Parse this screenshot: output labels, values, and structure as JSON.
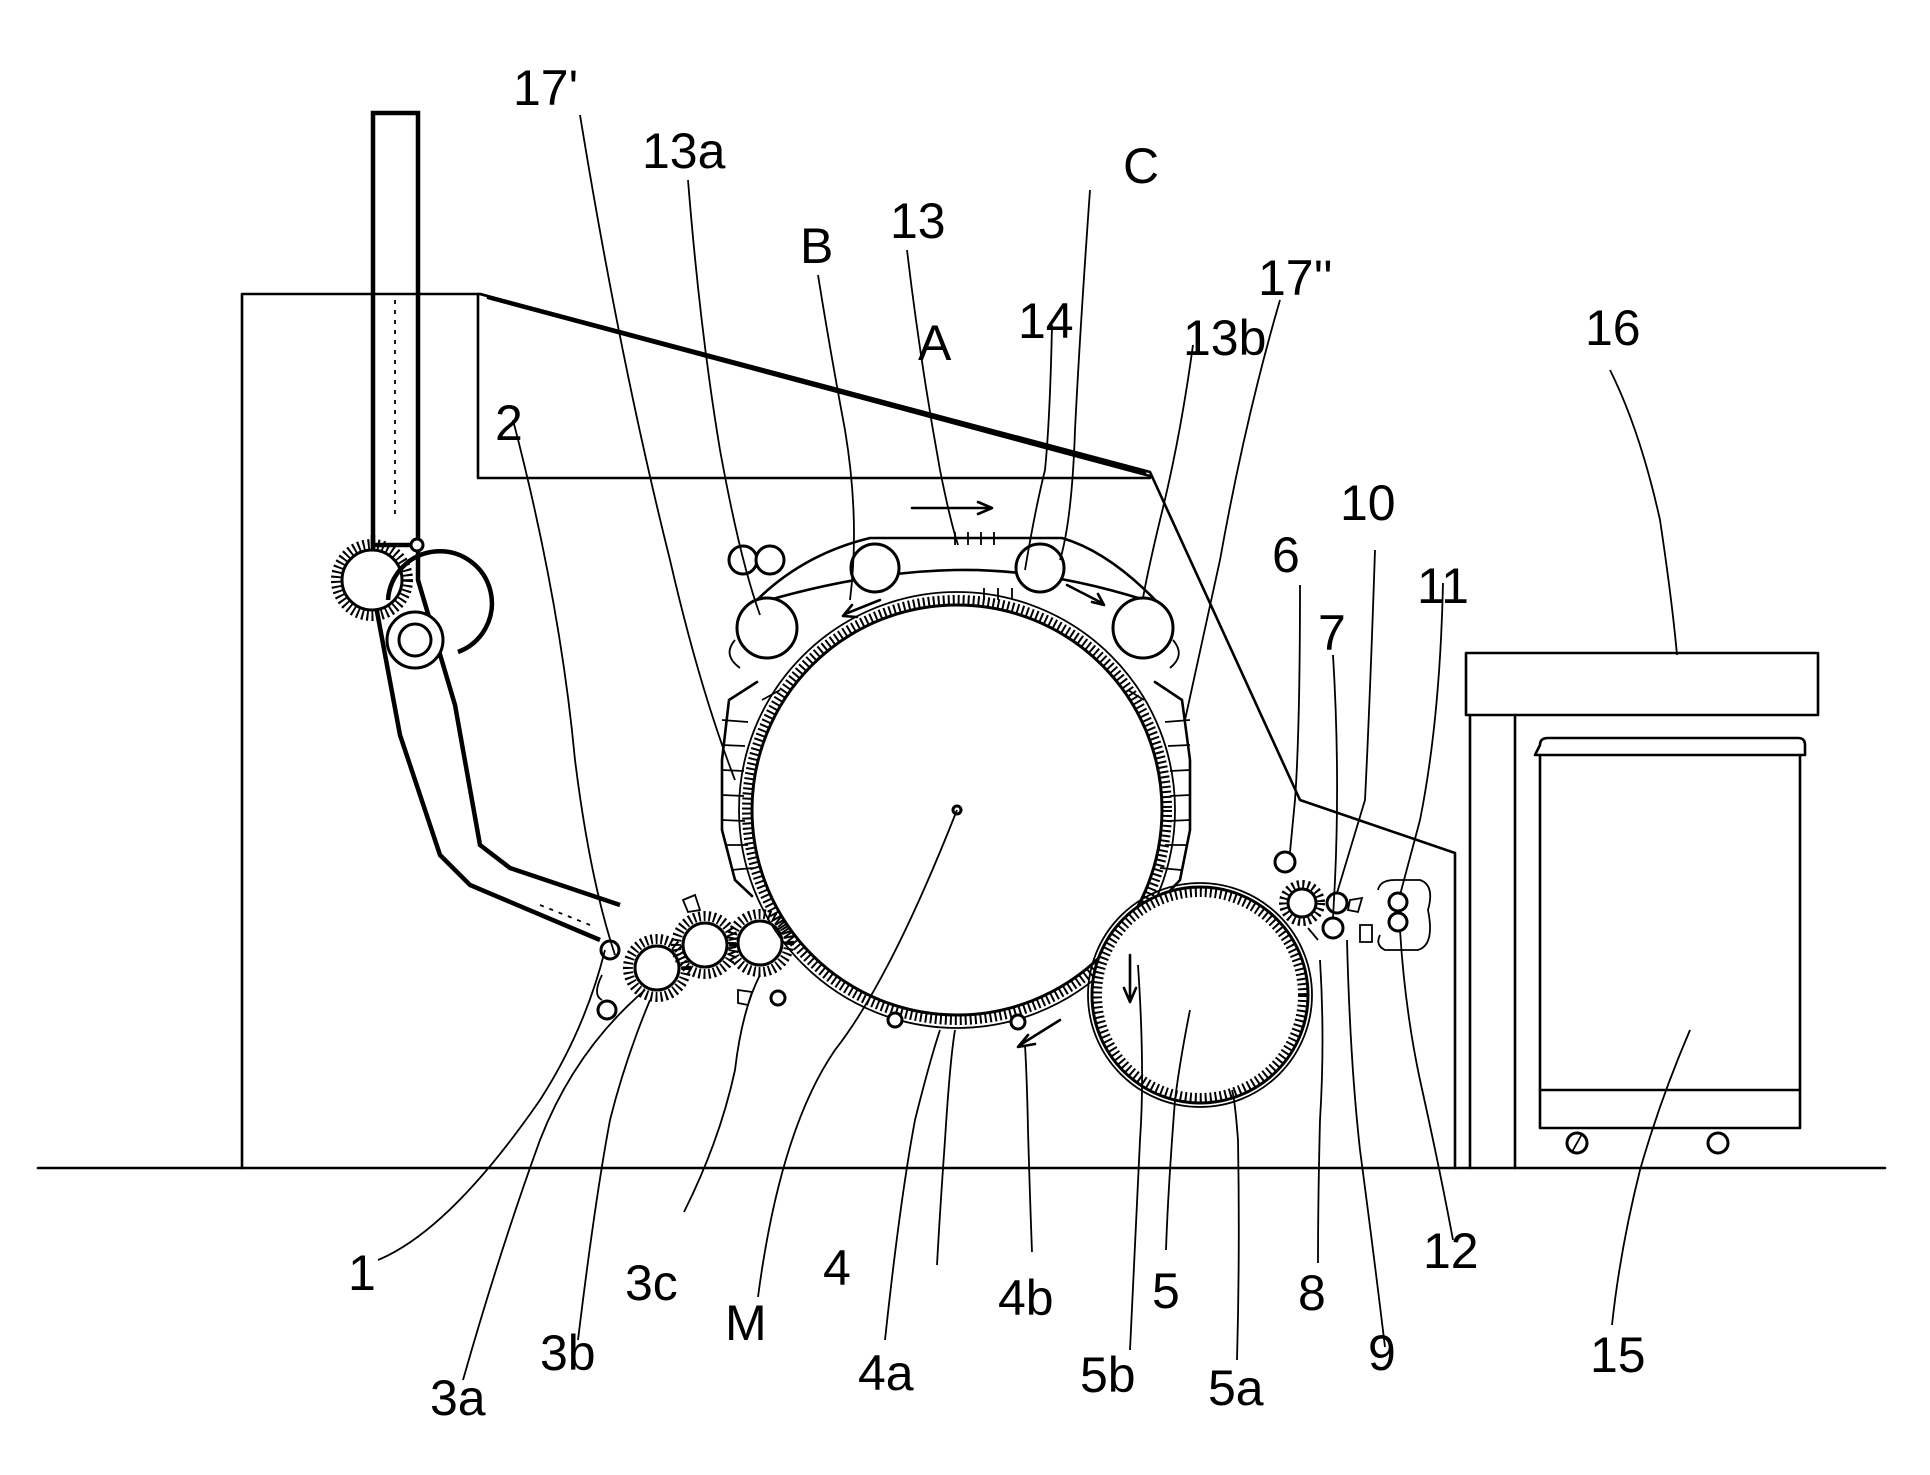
{
  "labels": {
    "l_17p": "17'",
    "l_13a": "13a",
    "l_C": "C",
    "l_B": "B",
    "l_13": "13",
    "l_17pp": "17''",
    "l_14": "14",
    "l_A": "A",
    "l_13b": "13b",
    "l_16": "16",
    "l_2": "2",
    "l_10": "10",
    "l_6": "6",
    "l_11": "11",
    "l_7": "7",
    "l_1": "1",
    "l_3c": "3c",
    "l_4": "4",
    "l_4b": "4b",
    "l_5": "5",
    "l_8": "8",
    "l_12": "12",
    "l_M": "M",
    "l_3b": "3b",
    "l_4a": "4a",
    "l_5b": "5b",
    "l_5a": "5a",
    "l_9": "9",
    "l_15": "15",
    "l_3a": "3a"
  }
}
